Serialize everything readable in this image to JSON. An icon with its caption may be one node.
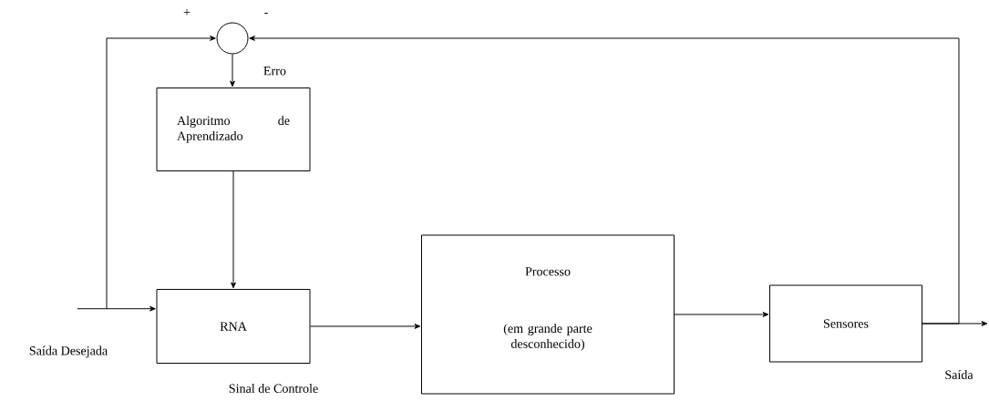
{
  "diagram": {
    "nodes": [
      {
        "text": [],
        "shape": "circle"
      },
      {
        "text": [
          "Algoritmo de Aprendizado"
        ]
      },
      {
        "text": [
          "RNA"
        ]
      },
      {
        "text": [
          "Processo",
          "(em grande parte desconhecido)"
        ]
      },
      {
        "text": [
          "Sensores"
        ]
      },
      {
        "text": [
          "Saída Desejada"
        ]
      },
      {
        "text": [
          "Saída"
        ]
      }
    ],
    "edges": [
      {
        "from": 5,
        "to": 2,
        "arrow": "to"
      },
      {
        "from": 5,
        "to": 0,
        "arrow": "to"
      },
      {
        "from": 4,
        "to": 6,
        "arrow": "to"
      },
      {
        "from": 4,
        "to": 0,
        "arrow": "to"
      },
      {
        "from": 0,
        "to": 1,
        "arrow": "to",
        "label": "Erro"
      },
      {
        "from": 1,
        "to": 2,
        "arrow": "to"
      },
      {
        "from": 2,
        "to": 3,
        "arrow": "to"
      },
      {
        "from": 3,
        "to": 4,
        "arrow": "to"
      }
    ],
    "labels": [
      "+",
      "-",
      "Sinal de Controle"
    ]
  }
}
